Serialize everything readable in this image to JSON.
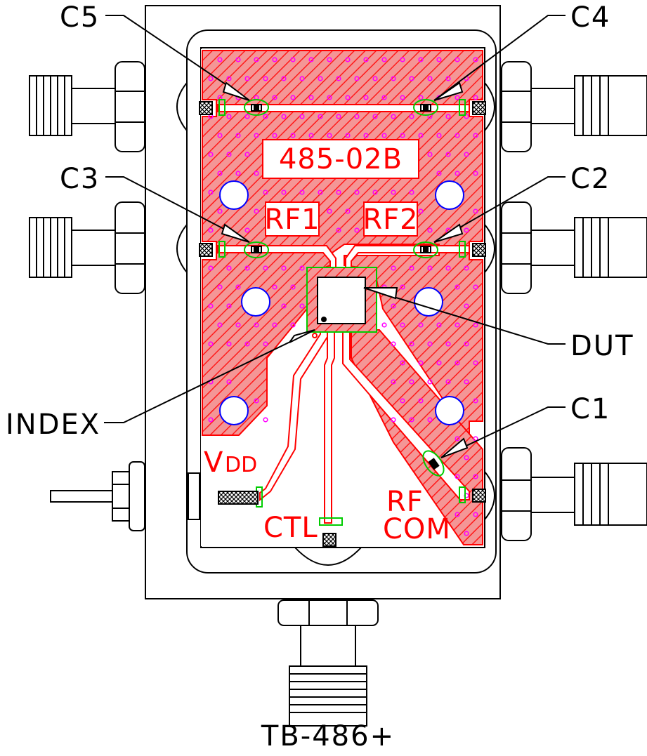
{
  "board": {
    "part_number": "485-02B",
    "port_labels": {
      "rf1": "RF1",
      "rf2": "RF2"
    },
    "bottom_labels": {
      "vdd_v": "V",
      "vdd_dd": "DD",
      "ctl": "CTL",
      "rf": "RF",
      "com": "COM"
    }
  },
  "callouts": {
    "c1": "C1",
    "c2": "C2",
    "c3": "C3",
    "c4": "C4",
    "c5": "C5",
    "dut": "DUT",
    "index": "INDEX"
  },
  "fixture_label": "TB-486+",
  "colors": {
    "copper": "#ff0000",
    "board_fill": "#f28a8a",
    "via": "#ff00ff",
    "mount_hole": "#0000ff",
    "pad_outline": "#00cc00",
    "outline": "#000000"
  }
}
